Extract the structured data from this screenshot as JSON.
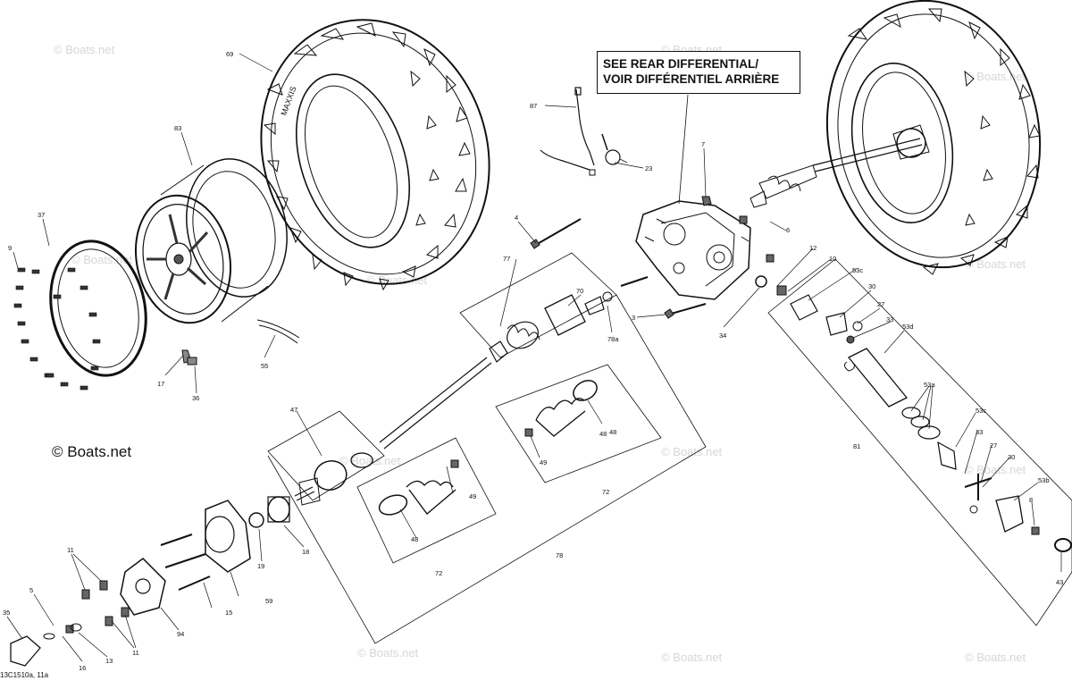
{
  "callout": {
    "line1": "SEE REAR DIFFERENTIAL/",
    "line2": "VOIR DIFFÉRENTIEL ARRIÈRE"
  },
  "copyright": "© Boats.net",
  "watermark": "© Boats.net",
  "reference_code": "13C1510a, 11a",
  "tire_text": "MAXXIS",
  "part_labels": [
    "69",
    "83",
    "37",
    "9",
    "55",
    "17",
    "36",
    "87",
    "23",
    "7",
    "4",
    "6",
    "3",
    "77",
    "70",
    "78a",
    "12",
    "10",
    "53c",
    "30",
    "27",
    "33",
    "53d",
    "34",
    "53a",
    "81",
    "47",
    "48",
    "49",
    "72",
    "78",
    "43",
    "8",
    "53b",
    "11",
    "5",
    "35",
    "16",
    "13",
    "94",
    "15",
    "59",
    "19",
    "18"
  ]
}
